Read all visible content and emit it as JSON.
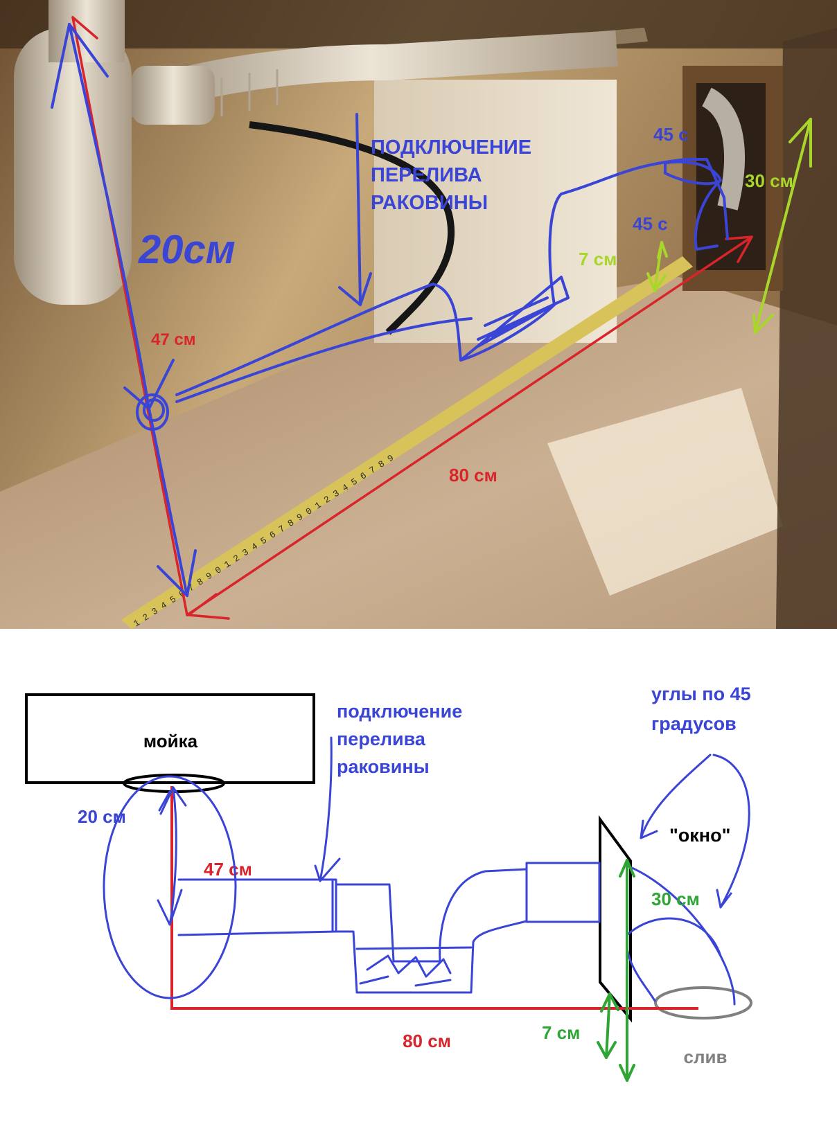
{
  "photo": {
    "label_20": "20см",
    "label_47": "47 см",
    "label_80": "80 см",
    "label_45_top": "45 с",
    "label_45_mid": "45 с",
    "label_30": "30 см",
    "label_7": "7 см",
    "overflow_line1": "ПОДКЛЮЧЕНИЕ",
    "overflow_line2": "ПЕРЕЛИВА",
    "overflow_line3": "РАКОВИНЫ",
    "tape_digits": "1 2 3 4 5 6 7 8 9 0 1 2 3 4 5 6 7 8 9 0 1 2 3 4 5 6 7 8 9"
  },
  "schema": {
    "sink": "мойка",
    "label_20": "20 см",
    "label_47": "47 см",
    "label_80": "80 см",
    "label_7": "7 см",
    "label_30": "30 см",
    "window": "\"окно\"",
    "drain": "слив",
    "overflow_line1": "подключение",
    "overflow_line2": "перелива",
    "overflow_line3": "раковины",
    "angles_line1": "углы по 45",
    "angles_line2": "градусов"
  },
  "colors": {
    "blue": "#3a45d6",
    "red": "#d8242a",
    "green": "#2fa535",
    "lime": "#a9d62a",
    "gray": "#808080",
    "black": "#000000"
  }
}
